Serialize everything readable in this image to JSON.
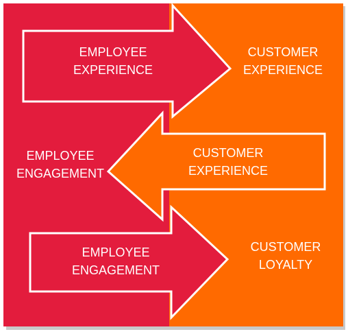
{
  "colors": {
    "left_panel": "#e31c3d",
    "right_panel": "#ff6a00",
    "panel_shadow": "#c9c9c9",
    "arrow_outline": "#ffffff"
  },
  "diagram": {
    "rows": [
      {
        "arrow": {
          "direction": "right",
          "fill": "#e31c3d",
          "line1": "EMPLOYEE",
          "line2": "EXPERIENCE"
        },
        "target": {
          "line1": "CUSTOMER",
          "line2": "EXPERIENCE"
        }
      },
      {
        "arrow": {
          "direction": "left",
          "fill": "#ff6a00",
          "line1": "CUSTOMER",
          "line2": "EXPERIENCE"
        },
        "target": {
          "line1": "EMPLOYEE",
          "line2": "ENGAGEMENT"
        }
      },
      {
        "arrow": {
          "direction": "right",
          "fill": "#e31c3d",
          "line1": "EMPLOYEE",
          "line2": "ENGAGEMENT"
        },
        "target": {
          "line1": "CUSTOMER",
          "line2": "LOYALTY"
        }
      }
    ]
  }
}
